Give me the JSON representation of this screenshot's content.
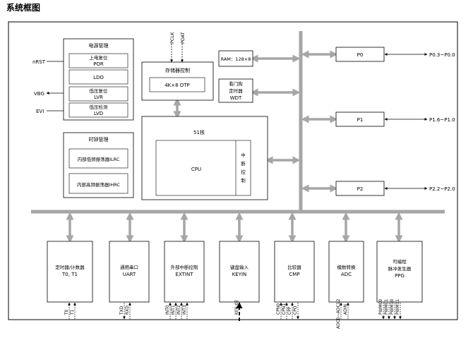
{
  "title": "系统框图",
  "colors": {
    "bus": "#a6a6a6",
    "line": "#000000",
    "background": "#ffffff"
  },
  "pins_left": {
    "nrst": "nRST",
    "vbg": "VBG",
    "evi": "EVI"
  },
  "power_mgmt": {
    "title": "电源管理",
    "por_cn": "上电复位",
    "por": "POR",
    "ldo": "LDO",
    "lvr_cn": "低压复位",
    "lvr": "LVR",
    "lvd_cn": "低压检测",
    "lvd": "LVD"
  },
  "clock_mgmt": {
    "title": "时钟管理",
    "ilrc": "内部低频振荡器ILRC",
    "ihrc": "内部高频振荡器IHRC"
  },
  "memory": {
    "title": "存储器控制",
    "otp": "4K×8 OTP",
    "pclk": "PCLK",
    "pdat": "PDAT"
  },
  "core": {
    "title": "51核",
    "cpu": "CPU",
    "interrupt_chars": [
      "中",
      "断",
      "控",
      "制"
    ]
  },
  "ram": {
    "label": "RAM：128×8"
  },
  "wdt": {
    "line1": "看门狗",
    "line2": "定时器",
    "line3": "WDT"
  },
  "ports": [
    {
      "name": "P0",
      "pins": "P0.3~P0.0"
    },
    {
      "name": "P1",
      "pins": "P1.6~P1.0"
    },
    {
      "name": "P2",
      "pins": "P2.2~P2.0"
    }
  ],
  "peripherals": [
    {
      "cn": "定时器/计数器",
      "en": "T0, T1",
      "pins": [
        "T0",
        "T1"
      ]
    },
    {
      "cn": "通用串口",
      "en": "UART",
      "pins": [
        "TXD",
        "RXD"
      ]
    },
    {
      "cn": "外部中断控制",
      "en": "EXTINT",
      "pins": [
        "INT0",
        "INT1",
        "INT2",
        "INT3"
      ]
    },
    {
      "cn": "键盘输入",
      "en": "KEYIN",
      "pins": [
        "KI[6:0]"
      ]
    },
    {
      "cn": "比较器",
      "en": "CMP",
      "pins": [
        "CPN0",
        "CPN1",
        "CPP",
        "CPO"
      ]
    },
    {
      "cn": "模数转换",
      "en": "ADC",
      "pins": [
        "ADC0~ADC12",
        "ADIN"
      ]
    },
    {
      "cn": "可编程",
      "cn2": "脉冲发生器",
      "en": "PPG",
      "pins": [
        "PWM00",
        "PWM01",
        "PWM10",
        "PWM11"
      ]
    }
  ]
}
